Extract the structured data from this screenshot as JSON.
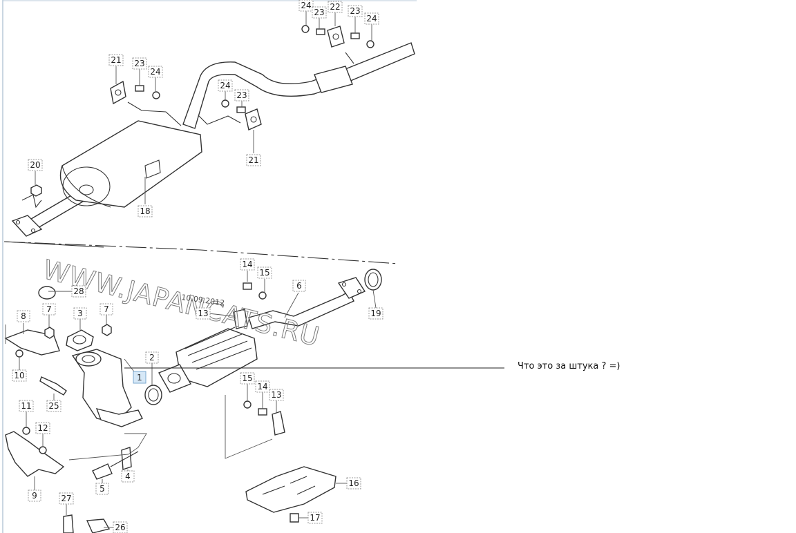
{
  "callout": {
    "text": "Что это за штука ? =)"
  },
  "watermark": "WWW.JAPANCATS.RU",
  "date_stamp": "10.09.2012",
  "parts": {
    "p1": "1",
    "p2": "2",
    "p3": "3",
    "p4": "4",
    "p5": "5",
    "p6": "6",
    "p7a": "7",
    "p7b": "7",
    "p8": "8",
    "p9": "9",
    "p10": "10",
    "p11": "11",
    "p12": "12",
    "p13a": "13",
    "p13b": "13",
    "p14a": "14",
    "p14b": "14",
    "p15a": "15",
    "p15b": "15",
    "p16": "16",
    "p17": "17",
    "p18": "18",
    "p19": "19",
    "p20": "20",
    "p21a": "21",
    "p21b": "21",
    "p22": "22",
    "p23a": "23",
    "p23b": "23",
    "p23c": "23",
    "p23d": "23",
    "p24a": "24",
    "p24b": "24",
    "p24c": "24",
    "p24d": "24",
    "p25": "25",
    "p26": "26",
    "p27": "27",
    "p28": "28"
  },
  "colors": {
    "line": "#333333",
    "highlight_box": "#d6e8f7"
  }
}
